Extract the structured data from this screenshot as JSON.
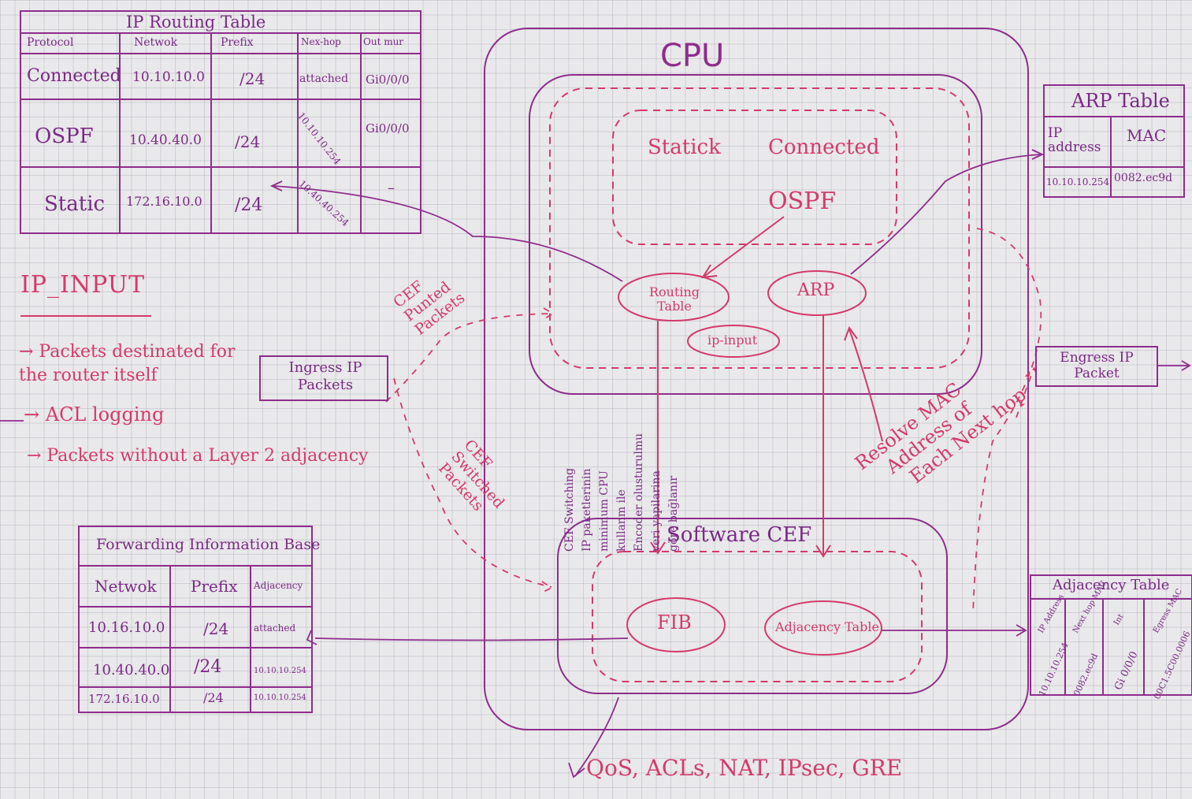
{
  "routing_table": {
    "title": "IP Routing Table",
    "headers": [
      "Protocol",
      "Netwok",
      "Prefix",
      "Nex-hop",
      "Out mur"
    ],
    "rows": [
      [
        "Connected",
        "10.10.10.0",
        "/24",
        "attached",
        "Gi0/0/0"
      ],
      [
        "OSPF",
        "10.40.40.0",
        "/24",
        "10.10.10.254",
        "Gi0/0/0"
      ],
      [
        "Static",
        "172.16.10.0",
        "/24",
        "10.40.40.254",
        "–"
      ]
    ]
  },
  "ip_input_notes": {
    "title": "IP_INPUT",
    "items": [
      "→ Packets destinated for the router itself",
      "→ ACL logging",
      "→ Packets without a Layer 2 adjacency"
    ]
  },
  "ingress_box": "Ingress IP Packets",
  "cef_punted": "CEF Punted Packets",
  "cef_switched": "CEF Switched Packets",
  "cpu": {
    "title": "CPU",
    "sources": [
      "Statick",
      "Connected",
      "OSPF"
    ],
    "routing_table": "Routing Table",
    "arp": "ARP",
    "ip_input": "ip-input"
  },
  "turkish_note": [
    "CEF Switching",
    "IP paketlerinin",
    "minimum CPU",
    "kullanm ile",
    "Encoder olusturulmu",
    "veri yapilarina",
    "göre bağlanır"
  ],
  "resolve_note": [
    "Resolve MAC",
    "Address of",
    "Each Next hop"
  ],
  "software_cef": {
    "title": "Software CEF",
    "fib": "FIB",
    "adjacency": "Adjacency Table"
  },
  "arp_table": {
    "title": "ARP Table",
    "headers": [
      "IP address",
      "MAC"
    ],
    "rows": [
      [
        "10.10.10.254",
        "0082.ec9d"
      ]
    ]
  },
  "egress_box": "Engress IP Packet",
  "fib_table": {
    "title": "Forwarding Information Base",
    "headers": [
      "Netwok",
      "Prefix",
      "Adjacency"
    ],
    "rows": [
      [
        "10.16.10.0",
        "/24",
        "attached"
      ],
      [
        "10.40.40.0",
        "/24",
        "10.10.10.254"
      ],
      [
        "172.16.10.0",
        "/24",
        "10.10.10.254"
      ]
    ]
  },
  "adjacency_table": {
    "title": "Adjacency Table",
    "headers": [
      "IP Address",
      "Next hop MAC",
      "Int",
      "Egress MAC"
    ],
    "row": [
      "10.10.10.254",
      "0082.ec9d",
      "Gi 0/0/0",
      "00C1.5C00.0006"
    ]
  },
  "services": "QoS, ACLs, NAT, IPsec, GRE",
  "colors": {
    "ink": "#8e2d8c",
    "pink": "#d43a6a",
    "paper": "#e9e8ea"
  }
}
